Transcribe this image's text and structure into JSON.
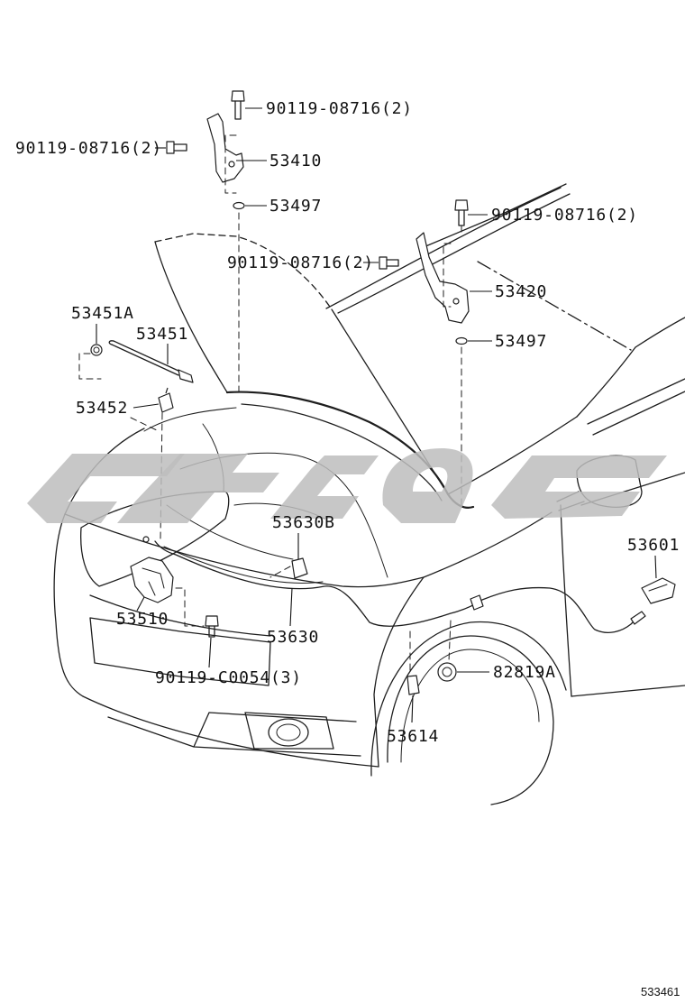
{
  "callouts": [
    "90119-08716(2)",
    "90119-08716(2)",
    "53410",
    "53497",
    "90119-08716(2)",
    "90119-08716(2)",
    "53420",
    "53451A",
    "53451",
    "53497",
    "53452",
    "53630B",
    "53601",
    "53510",
    "53630",
    "82819A",
    "90119-C0054(3)",
    "53614"
  ],
  "figure_code": "533461",
  "colors": {
    "background": "#ffffff",
    "line": "#1e1e1e",
    "text": "#111111",
    "watermark": "#bdbdbd"
  }
}
